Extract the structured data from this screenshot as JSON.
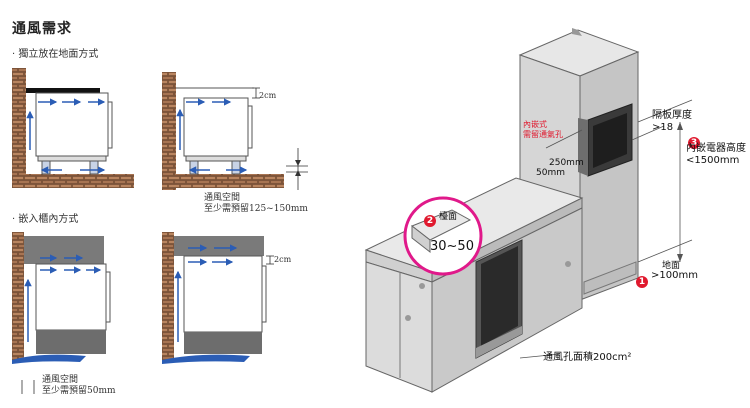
{
  "heading": "通風需求",
  "section_freestanding": "· 獨立放在地面方式",
  "section_builtin": "· 嵌入櫃內方式",
  "dim_2cm_a": "2cm",
  "dim_2cm_b": "2cm",
  "note_floor": [
    "通風空間",
    "至少需預留125~150mm"
  ],
  "note_builtin": [
    "通風空間",
    "至少需預留50mm"
  ],
  "iso": {
    "cabinet_label": [
      "內嵌式",
      "需留通氣孔"
    ],
    "dim_250": "250mm",
    "dim_50": "50mm",
    "panel_label": [
      "隔板厚度",
      ">18"
    ],
    "marker_3": "3",
    "height_label": [
      "內嵌電器高度",
      "<1500mm"
    ],
    "floor_label": "地面",
    "marker_1": "1",
    "gap_label": ">100mm",
    "marker_2": "2",
    "counter_label": "檯面",
    "counter_range": "30~50",
    "vent_label": "通風孔面積200cm²"
  },
  "colors": {
    "brick": "#8a5a3c",
    "accent_red": "#e0192e",
    "arrow_blue": "#2b5db5",
    "cabinet_gray": "#d9d9d9",
    "magenta": "#e0198a"
  }
}
